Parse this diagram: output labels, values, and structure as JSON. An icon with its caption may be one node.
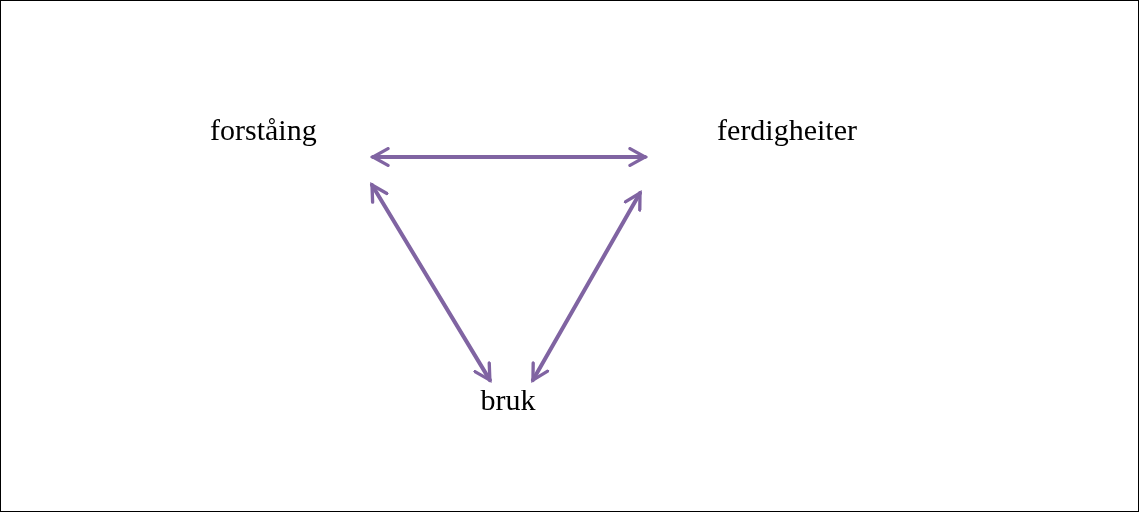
{
  "diagram": {
    "nodes": [
      {
        "text": [
          "forståing"
        ]
      },
      {
        "text": [
          "ferdigheiter"
        ]
      },
      {
        "text": [
          "bruk"
        ]
      }
    ],
    "edges": [
      {
        "from": 0,
        "to": 1,
        "arrow": "both",
        "color": "#8064a2"
      },
      {
        "from": 0,
        "to": 2,
        "arrow": "both",
        "color": "#8064a2"
      },
      {
        "from": 1,
        "to": 2,
        "arrow": "both",
        "color": "#8064a2"
      }
    ]
  }
}
